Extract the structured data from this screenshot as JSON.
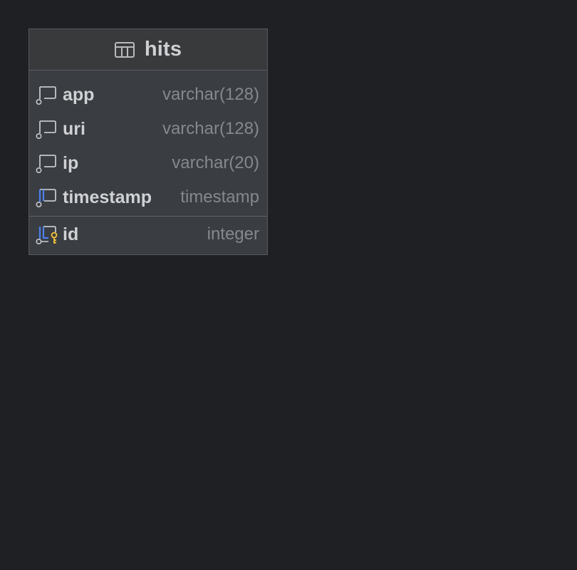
{
  "table": {
    "name": "hits",
    "icon": "table-icon",
    "columns": [
      {
        "name": "app",
        "type": "varchar(128)",
        "icon": "column-icon"
      },
      {
        "name": "uri",
        "type": "varchar(128)",
        "icon": "column-icon"
      },
      {
        "name": "ip",
        "type": "varchar(20)",
        "icon": "column-icon"
      },
      {
        "name": "timestamp",
        "type": "timestamp",
        "icon": "indexed-column-icon"
      }
    ],
    "primary_keys": [
      {
        "name": "id",
        "type": "integer",
        "icon": "primary-key-column-icon"
      }
    ]
  },
  "colors": {
    "background": "#1f2023",
    "card": "#3a3d41",
    "header": "#393a3c",
    "text": "#cfd1d4",
    "type_text": "#85888d",
    "index_accent": "#4d7ff0",
    "key_accent": "#e8b93c"
  }
}
